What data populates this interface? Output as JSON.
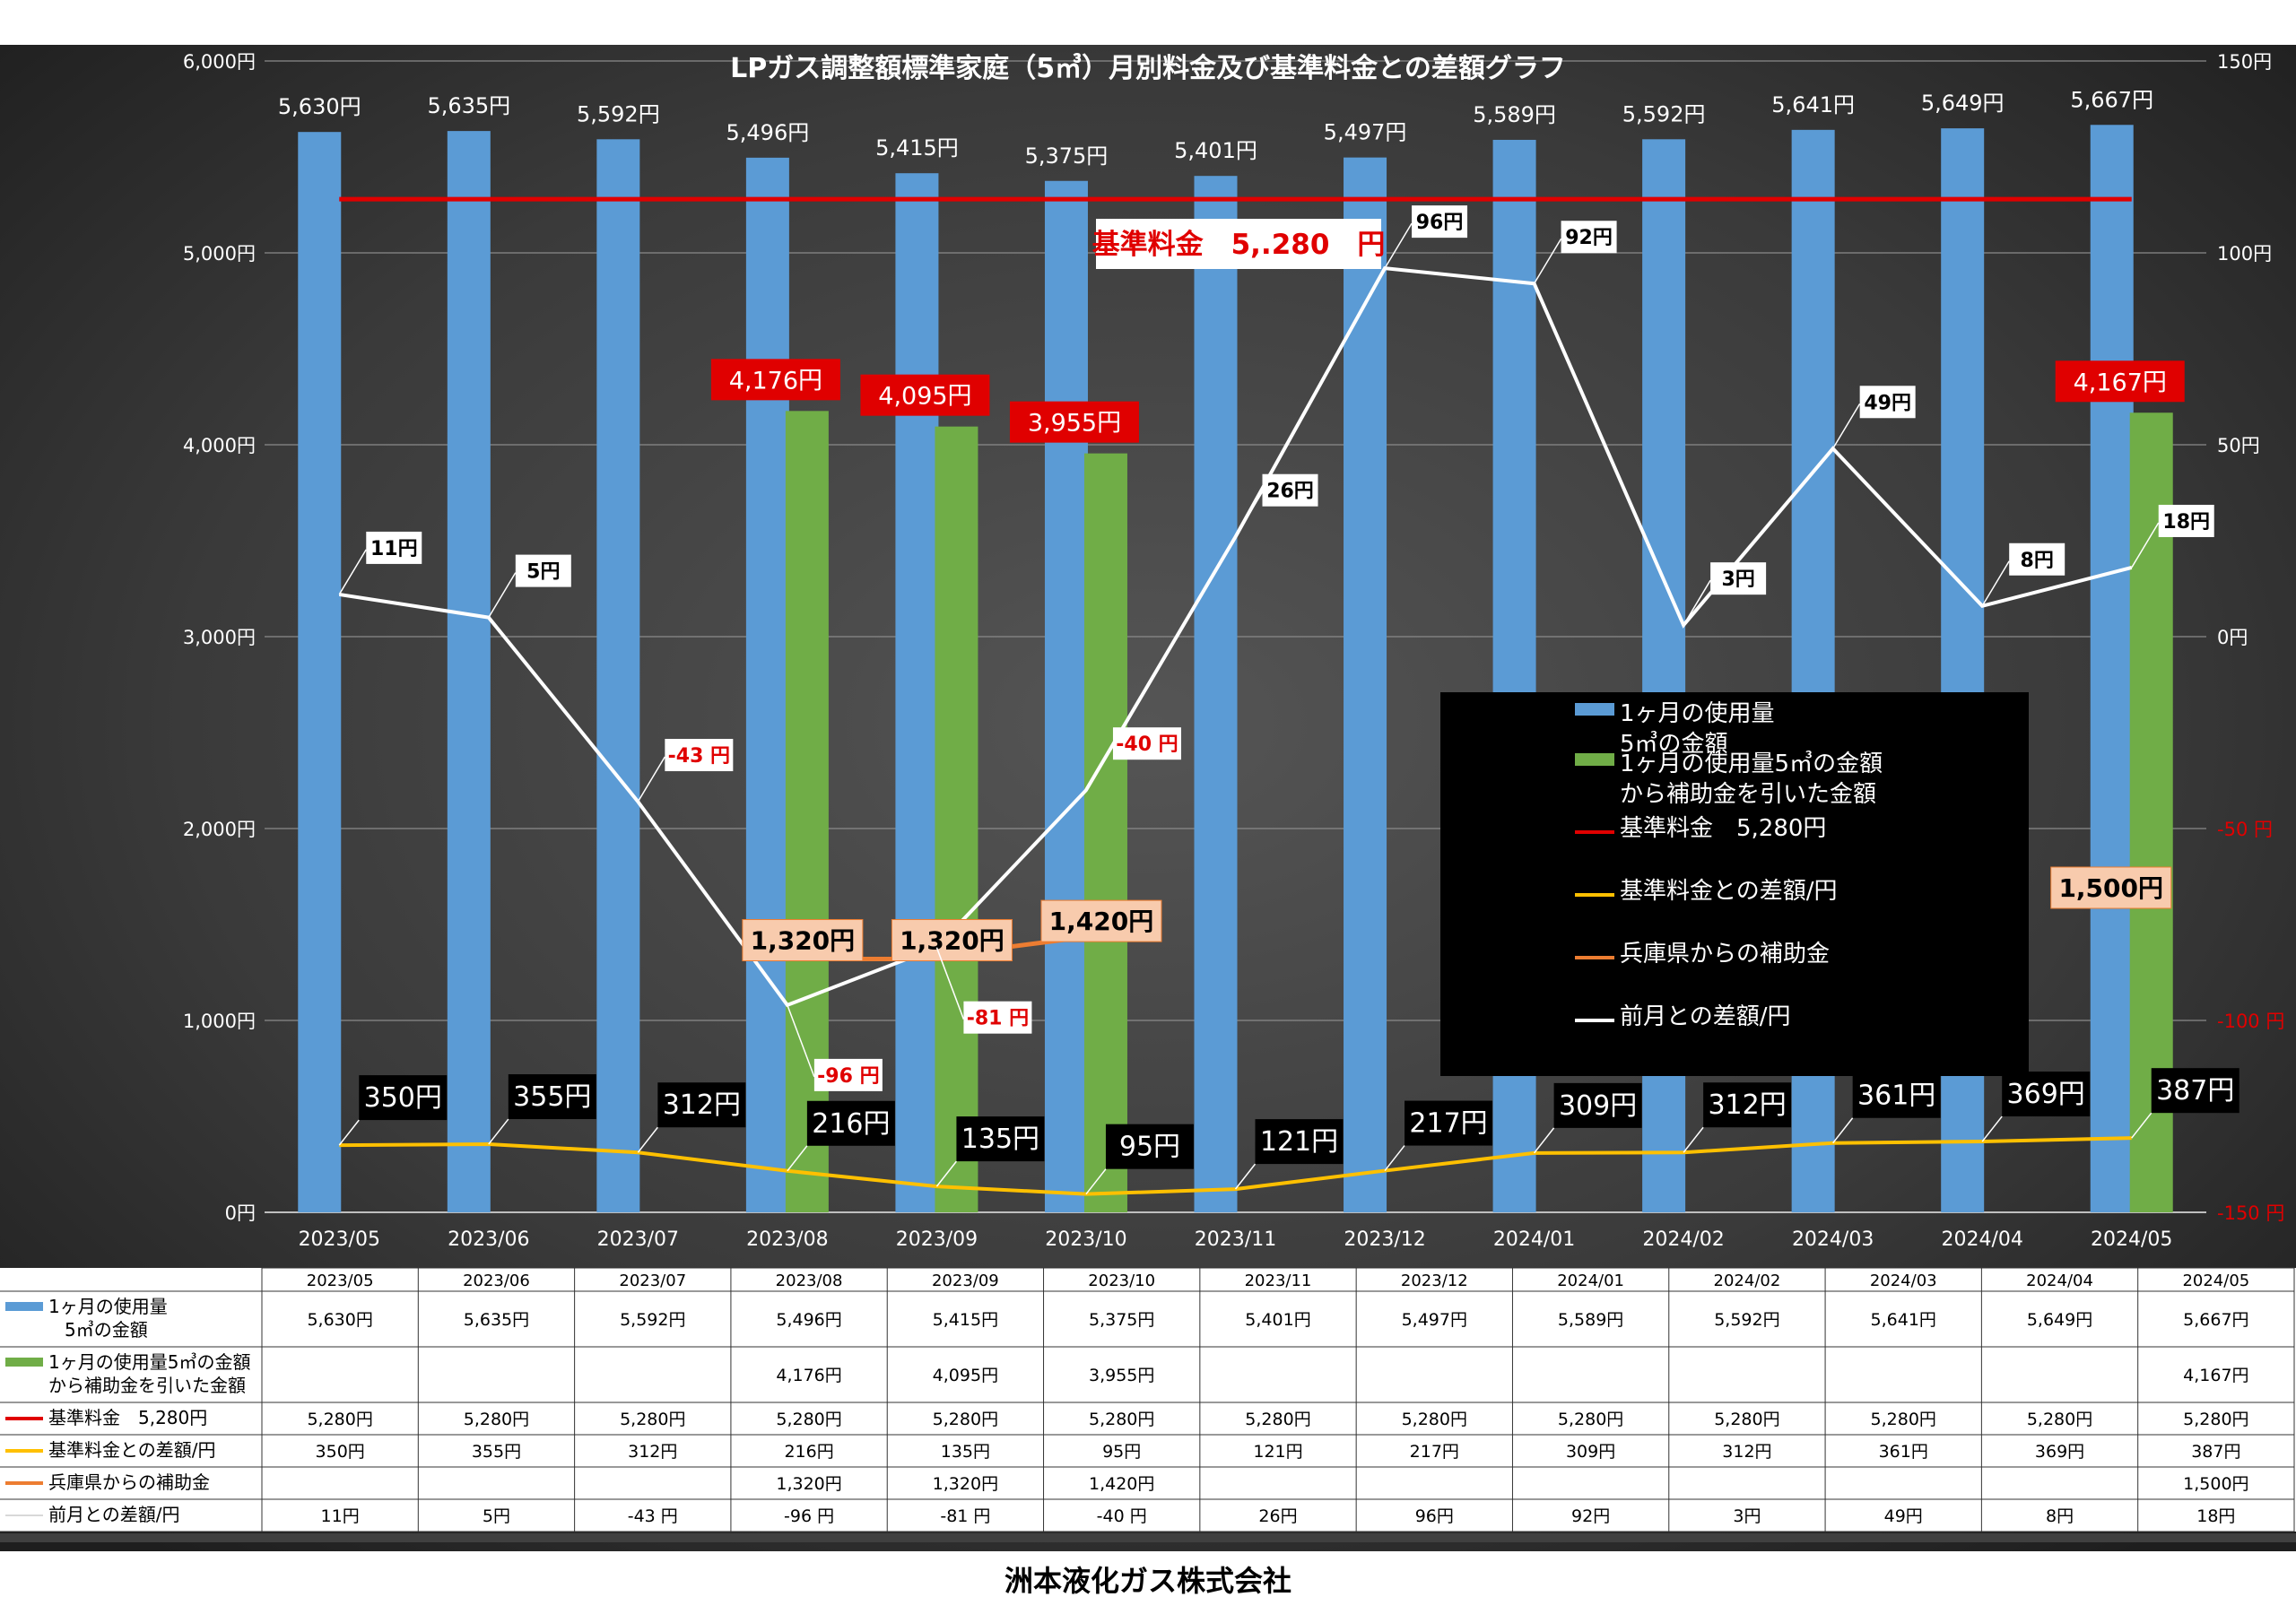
{
  "chart_data": {
    "type": "bar",
    "title": "LPガス調整額標準家庭（5㎥）月別料金及び基準料金との差額グラフ",
    "categories": [
      "2023/05",
      "2023/06",
      "2023/07",
      "2023/08",
      "2023/09",
      "2023/10",
      "2023/11",
      "2023/12",
      "2024/01",
      "2024/02",
      "2024/03",
      "2024/04",
      "2024/05"
    ],
    "ylim": [
      0,
      6000
    ],
    "y2lim": [
      -150,
      150
    ],
    "y_ticks": [
      "0円",
      "1,000円",
      "2,000円",
      "3,000円",
      "4,000円",
      "5,000円",
      "6,000円"
    ],
    "y2_ticks": [
      "-150 円",
      "-100 円",
      "-50 円",
      "0円",
      "50円",
      "100円",
      "150円"
    ],
    "grid": true,
    "legend_position": "right",
    "series": [
      {
        "name": "1ヶ月の使用量\n5㎥の金額",
        "kind": "bar",
        "color": "#5b9bd5",
        "values": [
          5630,
          5635,
          5592,
          5496,
          5415,
          5375,
          5401,
          5497,
          5589,
          5592,
          5641,
          5649,
          5667
        ],
        "labels": [
          "5,630円",
          "5,635円",
          "5,592円",
          "5,496円",
          "5,415円",
          "5,375円",
          "5,401円",
          "5,497円",
          "5,589円",
          "5,592円",
          "5,641円",
          "5,649円",
          "5,667円"
        ]
      },
      {
        "name": "1ヶ月の使用量5㎥の金額\nから補助金を引いた金額",
        "kind": "bar",
        "color": "#70ad47",
        "values": [
          null,
          null,
          null,
          4176,
          4095,
          3955,
          null,
          null,
          null,
          null,
          null,
          null,
          4167
        ],
        "labels": [
          "",
          "",
          "",
          "4,176円",
          "4,095円",
          "3,955円",
          "",
          "",
          "",
          "",
          "",
          "",
          "4,167円"
        ]
      },
      {
        "name": "基準料金　5,280円",
        "kind": "line",
        "color": "#e00000",
        "values": [
          5280,
          5280,
          5280,
          5280,
          5280,
          5280,
          5280,
          5280,
          5280,
          5280,
          5280,
          5280,
          5280
        ],
        "labels": [
          "5,280円",
          "5,280円",
          "5,280円",
          "5,280円",
          "5,280円",
          "5,280円",
          "5,280円",
          "5,280円",
          "5,280円",
          "5,280円",
          "5,280円",
          "5,280円",
          "5,280円"
        ]
      },
      {
        "name": "基準料金との差額/円",
        "kind": "line",
        "color": "#ffc000",
        "values": [
          350,
          355,
          312,
          216,
          135,
          95,
          121,
          217,
          309,
          312,
          361,
          369,
          387
        ],
        "labels": [
          "350円",
          "355円",
          "312円",
          "216円",
          "135円",
          "95円",
          "121円",
          "217円",
          "309円",
          "312円",
          "361円",
          "369円",
          "387円"
        ]
      },
      {
        "name": "兵庫県からの補助金",
        "kind": "line",
        "color": "#ed7d31",
        "values": [
          null,
          null,
          null,
          1320,
          1320,
          1420,
          null,
          null,
          null,
          null,
          null,
          null,
          1500
        ],
        "labels": [
          "",
          "",
          "",
          "1,320円",
          "1,320円",
          "1,420円",
          "",
          "",
          "",
          "",
          "",
          "",
          "1,500円"
        ]
      },
      {
        "name": "前月との差額/円",
        "kind": "line",
        "axis": "secondary",
        "color": "#ffffff",
        "values": [
          11,
          5,
          -43,
          -96,
          -81,
          -40,
          26,
          96,
          92,
          3,
          49,
          8,
          18
        ],
        "labels": [
          "11円",
          "5円",
          "-43 円",
          "-96 円",
          "-81 円",
          "-40 円",
          "26円",
          "96円",
          "92円",
          "3円",
          "49円",
          "8円",
          "18円"
        ],
        "table_labels": [
          "11円",
          "5円",
          "-43 円",
          "-96 円",
          "-81 円",
          "-40 円",
          "26円",
          "96円",
          "92円",
          "3円",
          "49円",
          "8円",
          "18円"
        ]
      }
    ],
    "annotation_base": "基準料金　5,.280　円"
  },
  "legend": {
    "items": [
      "1ヶ月の使用量\n5㎥の金額",
      "1ヶ月の使用量5㎥の金額\nから補助金を引いた金額",
      "基準料金　5,280円",
      "基準料金との差額/円",
      "兵庫県からの補助金",
      "前月との差額/円"
    ]
  },
  "table": {
    "row_labels": [
      "1ヶ月の使用量\n5㎥の金額",
      "1ヶ月の使用量5㎥の金額\nから補助金を引いた金額",
      "基準料金　5,280円",
      "基準料金との差額/円",
      "兵庫県からの補助金",
      "前月との差額/円"
    ]
  },
  "footer": "洲本液化ガス株式会社"
}
